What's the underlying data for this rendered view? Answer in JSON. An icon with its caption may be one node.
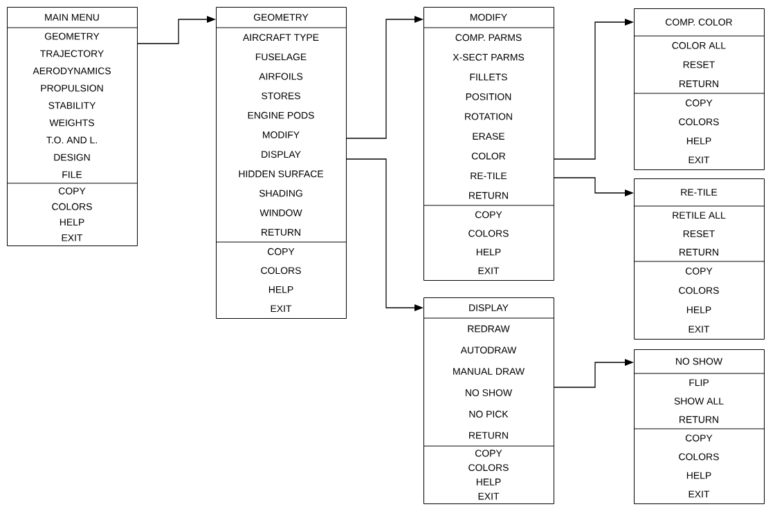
{
  "diagram": {
    "nodes": [
      {
        "text": [
          "MAIN MENU",
          "GEOMETRY",
          "TRAJECTORY",
          "AERODYNAMICS",
          "PROPULSION",
          "STABILITY",
          "WEIGHTS",
          "T.O. AND L.",
          "DESIGN",
          "FILE",
          "COPY",
          "COLORS",
          "HELP",
          "EXIT"
        ]
      },
      {
        "text": [
          "GEOMETRY",
          "AIRCRAFT TYPE",
          "FUSELAGE",
          "AIRFOILS",
          "STORES",
          "ENGINE PODS",
          "MODIFY",
          "DISPLAY",
          "HIDDEN SURFACE",
          "SHADING",
          "WINDOW",
          "RETURN",
          "COPY",
          "COLORS",
          "HELP",
          "EXIT"
        ]
      },
      {
        "text": [
          "MODIFY",
          "COMP. PARMS",
          "X-SECT PARMS",
          "FILLETS",
          "POSITION",
          "ROTATION",
          "ERASE",
          "COLOR",
          "RE-TILE",
          "RETURN",
          "COPY",
          "COLORS",
          "HELP",
          "EXIT"
        ]
      },
      {
        "text": [
          "DISPLAY",
          "REDRAW",
          "AUTODRAW",
          "MANUAL DRAW",
          "NO SHOW",
          "NO PICK",
          "RETURN",
          "COPY",
          "COLORS",
          "HELP",
          "EXIT"
        ]
      },
      {
        "text": [
          "COMP. COLOR",
          "COLOR ALL",
          "RESET",
          "RETURN",
          "COPY",
          "COLORS",
          "HELP",
          "EXIT"
        ]
      },
      {
        "text": [
          "RE-TILE",
          "RETILE ALL",
          "RESET",
          "RETURN",
          "COPY",
          "COLORS",
          "HELP",
          "EXIT"
        ]
      },
      {
        "text": [
          "NO SHOW",
          "FLIP",
          "SHOW ALL",
          "RETURN",
          "COPY",
          "COLORS",
          "HELP",
          "EXIT"
        ]
      }
    ],
    "edges": [
      {
        "from": 0,
        "to": 1,
        "arrow": "to"
      },
      {
        "from": 1,
        "to": 2,
        "arrow": "to"
      },
      {
        "from": 1,
        "to": 3,
        "arrow": "to"
      },
      {
        "from": 2,
        "to": 4,
        "arrow": "to"
      },
      {
        "from": 2,
        "to": 5,
        "arrow": "to"
      },
      {
        "from": 3,
        "to": 6,
        "arrow": "to"
      }
    ]
  }
}
